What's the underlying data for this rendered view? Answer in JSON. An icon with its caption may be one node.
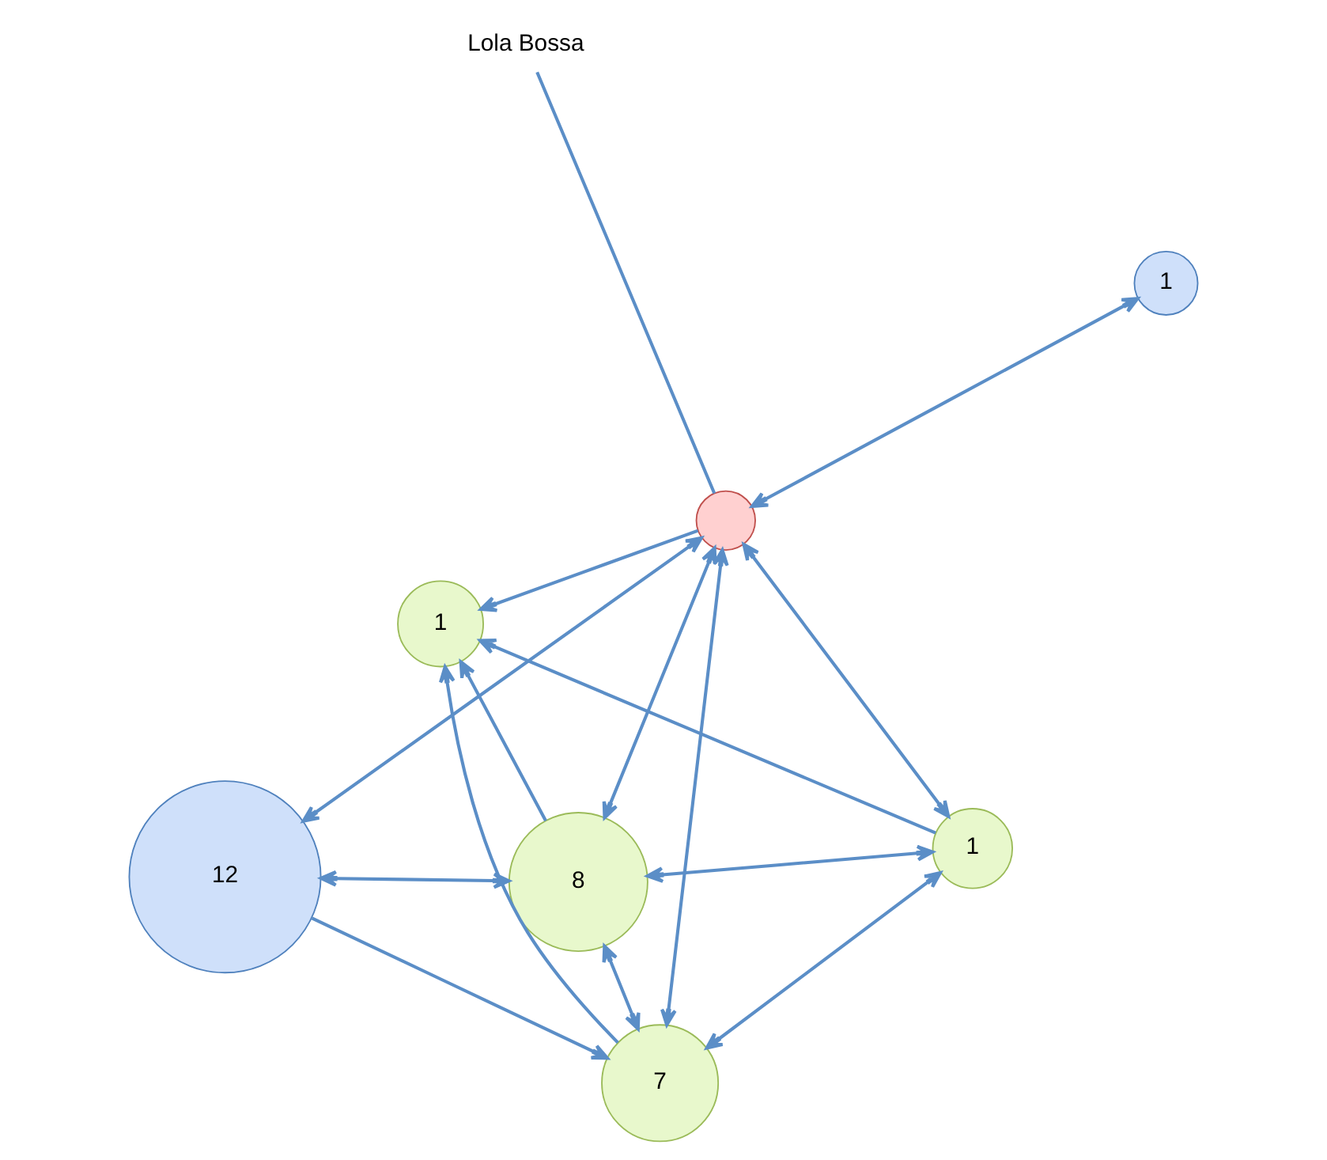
{
  "diagram": {
    "nodes": [
      {
        "text": [
          "1"
        ]
      },
      {
        "text": [
          "1"
        ]
      },
      {
        "text": [
          "7"
        ]
      },
      {
        "text": [
          "Lola Bossa"
        ]
      },
      {
        "text": [
          "8"
        ]
      },
      {
        "text": [],
        "shape": "circle"
      },
      {
        "text": [
          "12"
        ]
      },
      {
        "text": [
          "1"
        ]
      }
    ],
    "edges": [
      {
        "from": 1,
        "to": 0,
        "arrow": "to"
      },
      {
        "from": 4,
        "to": 0,
        "arrow": "to"
      },
      {
        "from": 2,
        "to": 0,
        "arrow": "to"
      },
      {
        "from": 5,
        "to": 0,
        "arrow": "to"
      },
      {
        "from": 1,
        "to": 2,
        "arrow": "both"
      },
      {
        "from": 1,
        "to": 4,
        "arrow": "both"
      },
      {
        "from": 1,
        "to": 5,
        "arrow": "both"
      },
      {
        "from": 4,
        "to": 2,
        "arrow": "both"
      },
      {
        "from": 5,
        "to": 2,
        "arrow": "both"
      },
      {
        "from": 3,
        "to": 5,
        "arrow": "none"
      },
      {
        "from": 4,
        "to": 5,
        "arrow": "both"
      },
      {
        "from": 4,
        "to": 6,
        "arrow": "both"
      },
      {
        "from": 6,
        "to": 2,
        "arrow": "to"
      },
      {
        "from": 6,
        "to": 5,
        "arrow": "both"
      },
      {
        "from": 5,
        "to": 7,
        "arrow": "both"
      }
    ]
  }
}
